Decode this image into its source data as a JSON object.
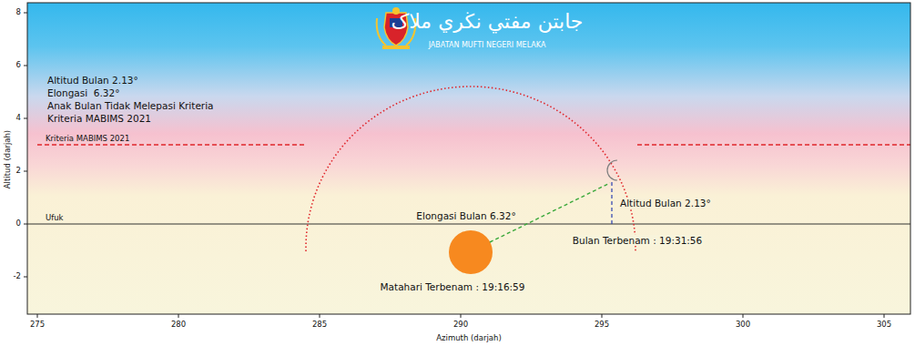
{
  "diagram": {
    "labels": [
      "جابتن مفتي نڬري ملاک",
      "JABATAN MUFTI NEGERI MELAKA",
      "Altitud Bulan 2.13°",
      "Elongasi  6.32°",
      "Anak Bulan Tidak Melepasi Kriteria",
      "Kriteria MABIMS 2021",
      "Kriteria MABIMS 2021",
      "Ufuk",
      "Elongasi Bulan 6.32°",
      "Altitud Bulan 2.13°",
      "Bulan Terbenam : 19:31:56",
      "Matahari Terbenam : 19:16:59",
      "8",
      "6",
      "4",
      "2",
      "0",
      "-2",
      "275",
      "280",
      "285",
      "290",
      "295",
      "300",
      "305",
      "Altitud (darjah)",
      "Azimuth (darjah)"
    ]
  }
}
